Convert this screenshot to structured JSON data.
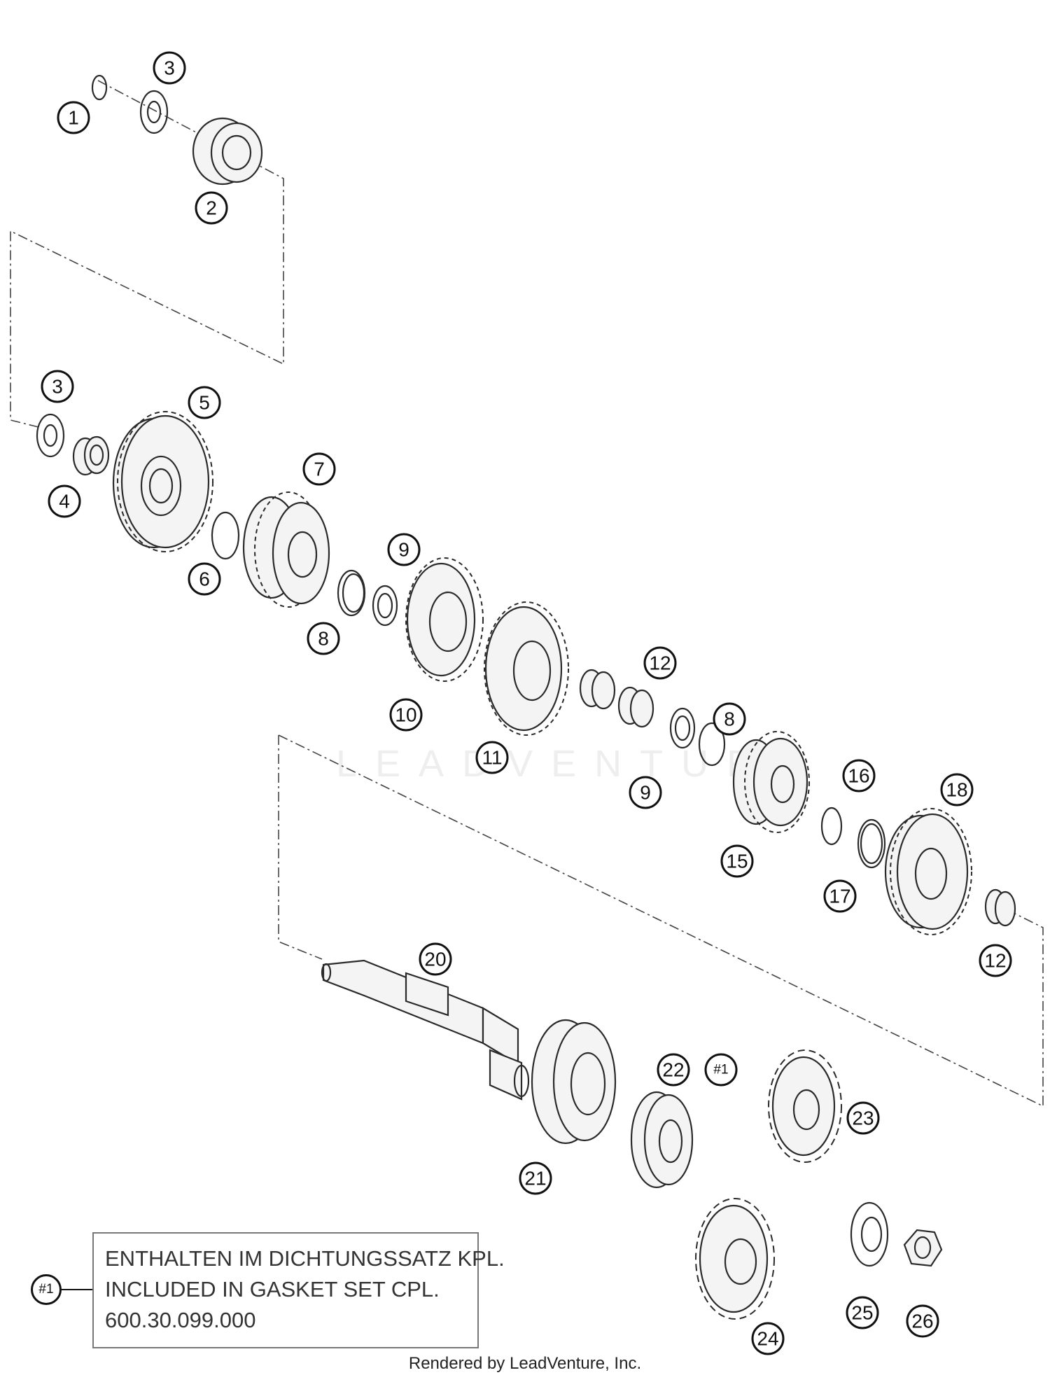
{
  "watermark": "LEADVENTURE",
  "callouts": [
    {
      "id": "c1",
      "label": "1"
    },
    {
      "id": "c3a",
      "label": "3"
    },
    {
      "id": "c2",
      "label": "2"
    },
    {
      "id": "c3b",
      "label": "3"
    },
    {
      "id": "c5",
      "label": "5"
    },
    {
      "id": "c4",
      "label": "4"
    },
    {
      "id": "c7",
      "label": "7"
    },
    {
      "id": "c6",
      "label": "6"
    },
    {
      "id": "c9a",
      "label": "9"
    },
    {
      "id": "c8a",
      "label": "8"
    },
    {
      "id": "c10",
      "label": "10"
    },
    {
      "id": "c11",
      "label": "11"
    },
    {
      "id": "c12a",
      "label": "12"
    },
    {
      "id": "c8b",
      "label": "8"
    },
    {
      "id": "c9b",
      "label": "9"
    },
    {
      "id": "c16",
      "label": "16"
    },
    {
      "id": "c18",
      "label": "18"
    },
    {
      "id": "c15",
      "label": "15"
    },
    {
      "id": "c17",
      "label": "17"
    },
    {
      "id": "c12b",
      "label": "12"
    },
    {
      "id": "c20",
      "label": "20"
    },
    {
      "id": "c22",
      "label": "22"
    },
    {
      "id": "cn1",
      "label": "#1"
    },
    {
      "id": "c21",
      "label": "21"
    },
    {
      "id": "c23",
      "label": "23"
    },
    {
      "id": "c24",
      "label": "24"
    },
    {
      "id": "c25",
      "label": "25"
    },
    {
      "id": "c26",
      "label": "26"
    }
  ],
  "note": {
    "ref": "#1",
    "line1": "ENTHALTEN IM DICHTUNGSSATZ KPL.",
    "line2": "INCLUDED IN GASKET SET CPL.",
    "line3": "600.30.099.000"
  },
  "footer": "Rendered by LeadVenture, Inc."
}
